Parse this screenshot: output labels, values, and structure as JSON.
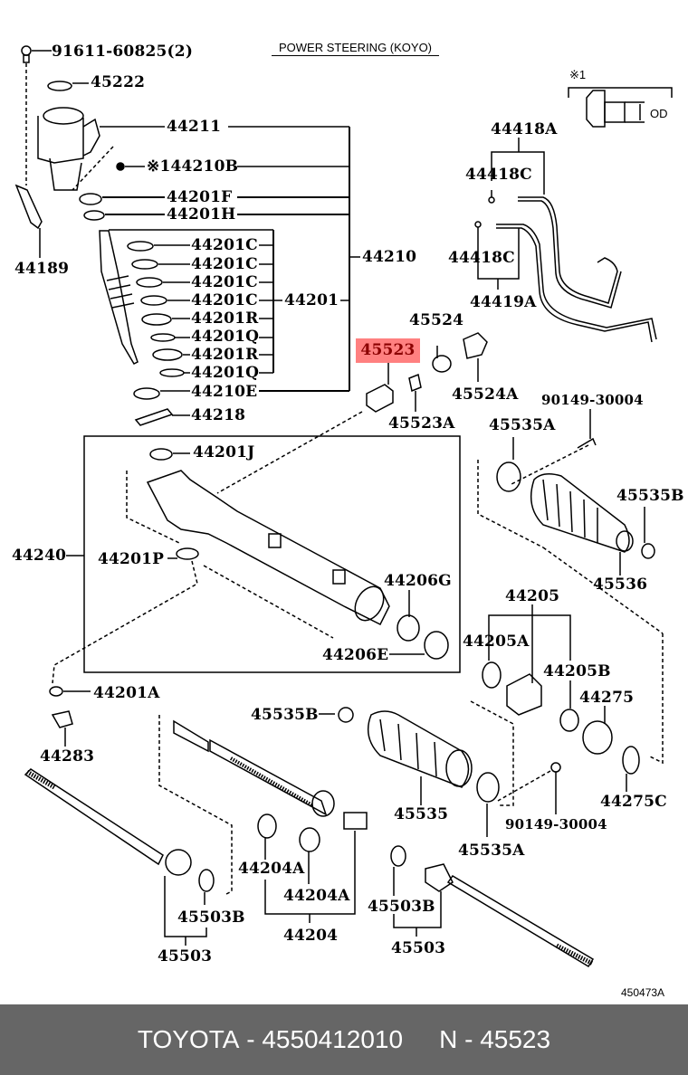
{
  "diagram": {
    "title": "POWER STEERING (KOYO)",
    "reference_code": "450473A",
    "note_symbol": "※1",
    "note_dimension": "OD",
    "highlighted_part": "45523",
    "labels": {
      "bolt_91611": "91611-60825(2)",
      "p45222": "45222",
      "p44211": "44211",
      "p44210B": "※144210B",
      "p44201F": "44201F",
      "p44201H": "44201H",
      "p44189": "44189",
      "p44201C_1": "44201C",
      "p44201C_2": "44201C",
      "p44201C_3": "44201C",
      "p44201C_4": "44201C",
      "p44201R_1": "44201R",
      "p44201Q_1": "44201Q",
      "p44201R_2": "44201R",
      "p44201Q_2": "44201Q",
      "p44201": "44201",
      "p44210": "44210",
      "p44210E": "44210E",
      "p44218": "44218",
      "p44418A": "44418A",
      "p44418C_1": "44418C",
      "p44418C_2": "44418C",
      "p44419A": "44419A",
      "p45524": "45524",
      "p45523": "45523",
      "p45523A": "45523A",
      "p45524A": "45524A",
      "p90149_1": "90149-30004",
      "p45535A_1": "45535A",
      "p45535B_1": "45535B",
      "p45536": "45536",
      "p44201J": "44201J",
      "p44240": "44240",
      "p44201P": "44201P",
      "p44206G": "44206G",
      "p44206E": "44206E",
      "p44205": "44205",
      "p44205A": "44205A",
      "p44205B": "44205B",
      "p44275": "44275",
      "p44275C": "44275C",
      "p44201A": "44201A",
      "p44283": "44283",
      "p45535B_2": "45535B",
      "p45535": "45535",
      "p90149_2": "90149-30004",
      "p45535A_2": "45535A",
      "p44204A_1": "44204A",
      "p44204A_2": "44204A",
      "p44204": "44204",
      "p45503B_1": "45503B",
      "p45503_1": "45503",
      "p45503B_2": "45503B",
      "p45503_2": "45503"
    }
  },
  "footer": {
    "brand": "TOYOTA",
    "separator": " - ",
    "part_number": "4550412010",
    "position_prefix": "N",
    "position_number": "45523"
  }
}
